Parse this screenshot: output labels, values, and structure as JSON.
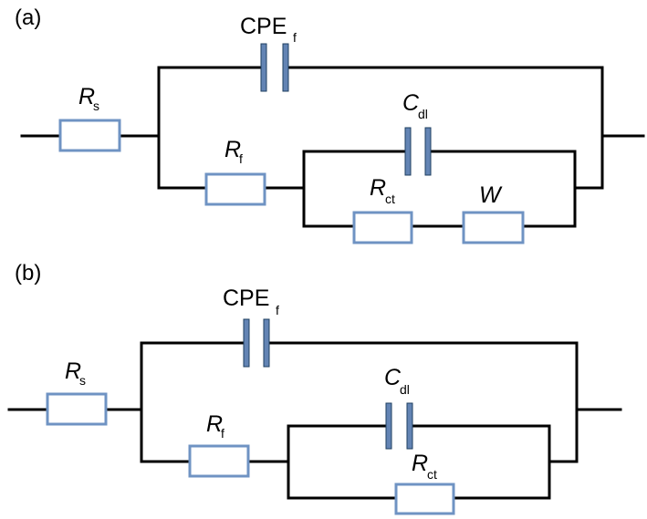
{
  "colors": {
    "wire": "#000000",
    "resistor_border": "#6f93c3",
    "capacitor_plate": "#6384b4"
  },
  "circuit_a": {
    "panel_label": "(a)",
    "rs": {
      "main": "R",
      "sub": "s"
    },
    "cpe": {
      "main": "CPE",
      "sub": "f"
    },
    "rf": {
      "main": "R",
      "sub": "f"
    },
    "cdl": {
      "main": "C",
      "sub": "dl"
    },
    "rct": {
      "main": "R",
      "sub": "ct"
    },
    "w": {
      "main": "W"
    }
  },
  "circuit_b": {
    "panel_label": "(b)",
    "rs": {
      "main": "R",
      "sub": "s"
    },
    "cpe": {
      "main": "CPE",
      "sub": "f"
    },
    "rf": {
      "main": "R",
      "sub": "f"
    },
    "cdl": {
      "main": "C",
      "sub": "dl"
    },
    "rct": {
      "main": "R",
      "sub": "ct"
    }
  }
}
